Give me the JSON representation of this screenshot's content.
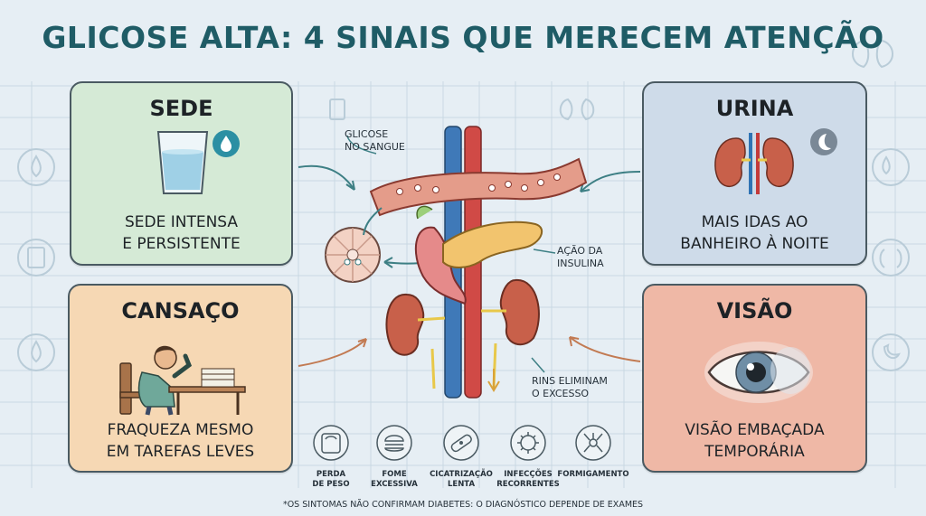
{
  "title": "GLICOSE ALTA: 4 SINAIS QUE MERECEM ATENÇÃO",
  "cards": {
    "sede": {
      "title": "SEDE",
      "text": "SEDE INTENSA\nE PERSISTENTE",
      "color": "#d5ead6"
    },
    "urina": {
      "title": "URINA",
      "text": "MAIS IDAS AO\nBANHEIRO À NOITE",
      "color": "#cedbe9"
    },
    "cansaco": {
      "title": "CANSAÇO",
      "text": "FRAQUEZA MESMO\nEM TAREFAS LEVES",
      "color": "#f6d8b4"
    },
    "visao": {
      "title": "VISÃO",
      "text": "VISÃO EMBAÇADA\nTEMPORÁRIA",
      "color": "#efb8a6"
    }
  },
  "diagram": {
    "glucose_label": "GLICOSE\nNO SANGUE",
    "insulin_label": "AÇÃO DA\nINSULINA",
    "kidney_label": "RINS ELIMINAM\nO EXCESSO"
  },
  "symptoms": [
    {
      "label": "PERDA\nDE PESO",
      "icon": "scale-icon"
    },
    {
      "label": "FOME\nEXCESSIVA",
      "icon": "burger-icon"
    },
    {
      "label": "CICATRIZAÇÃO\nLENTA",
      "icon": "bandage-icon"
    },
    {
      "label": "INFECÇÕES\nRECORRENTES",
      "icon": "germ-icon"
    },
    {
      "label": "FORMIGAMENTO",
      "icon": "nerve-icon"
    }
  ],
  "footnote": "*OS SINTOMAS NÃO CONFIRMAM DIABETES: O DIAGNÓSTICO DEPENDE DE EXAMES"
}
